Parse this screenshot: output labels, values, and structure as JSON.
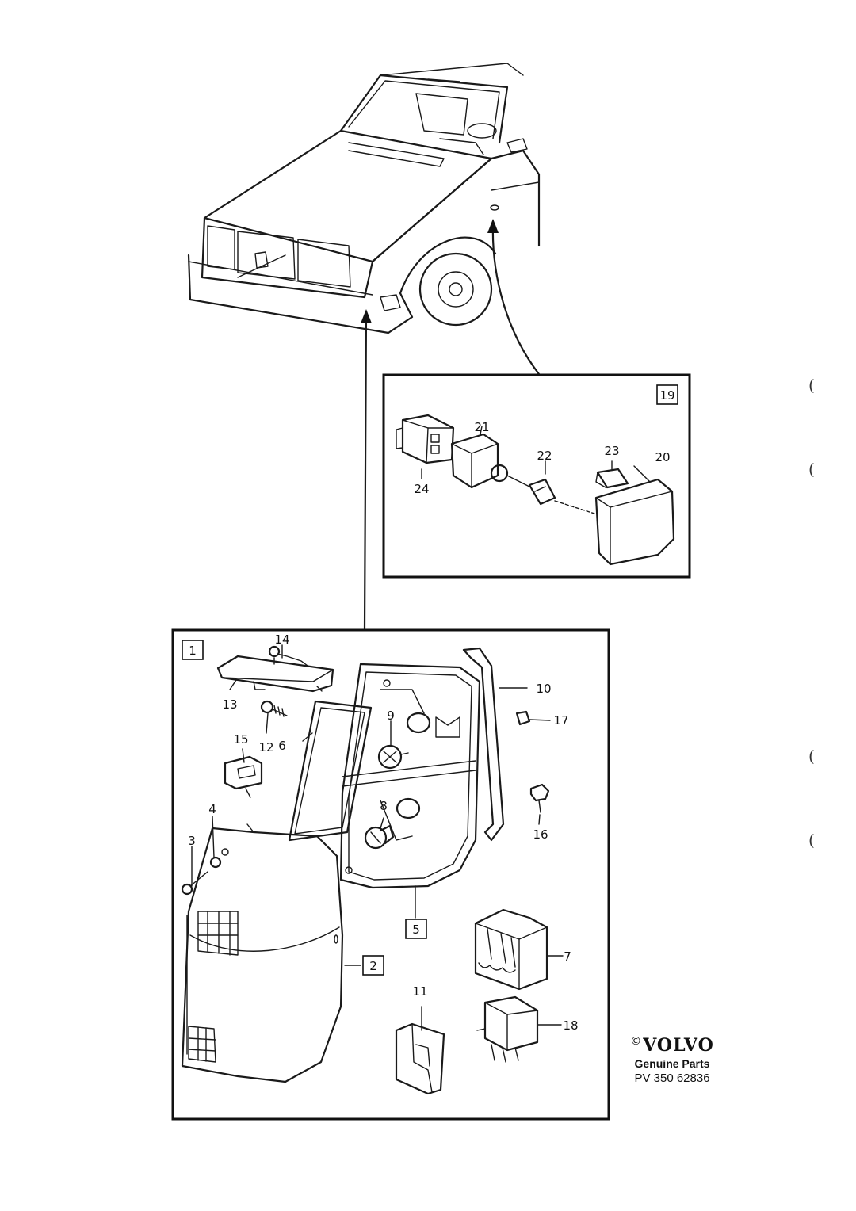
{
  "callouts": {
    "c1": "1",
    "c2": "2",
    "c3": "3",
    "c4": "4",
    "c5": "5",
    "c6": "6",
    "c7": "7",
    "c8": "8",
    "c9": "9",
    "c10": "10",
    "c11": "11",
    "c12": "12",
    "c13": "13",
    "c14": "14",
    "c15": "15",
    "c16": "16",
    "c17": "17",
    "c18": "18",
    "c19": "19",
    "c20": "20",
    "c21": "21",
    "c22": "22",
    "c23": "23",
    "c24": "24"
  },
  "brand": {
    "copyright": "©",
    "logo": "VOLVO",
    "tagline": "Genuine Parts",
    "code": "PV 350 62836"
  },
  "margin_marks": [
    "(",
    "(",
    "(",
    "("
  ]
}
